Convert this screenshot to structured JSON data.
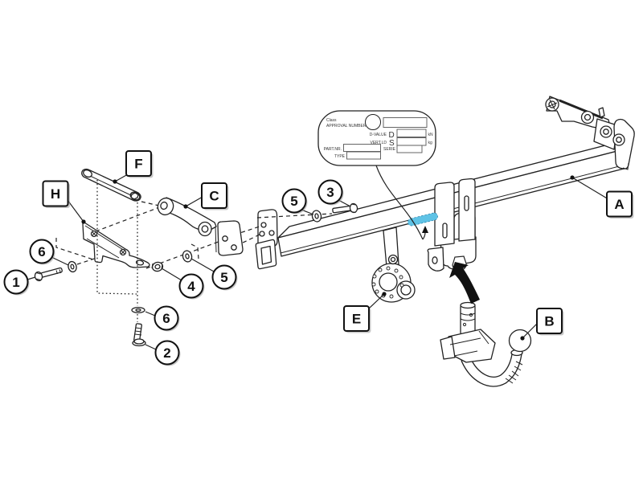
{
  "callouts": {
    "A": "A",
    "B": "B",
    "C": "C",
    "E": "E",
    "F": "F",
    "H": "H",
    "n1": "1",
    "n2": "2",
    "n3": "3",
    "n4": "4",
    "n5": "5",
    "n6": "6"
  },
  "plate": {
    "class_label": "Class",
    "approval_label": "APPROVAL NUMBER",
    "d_value_label": "D-VALUE",
    "d_symbol": "D",
    "d_unit": "kN",
    "vert_ld_label": "VERT.LD",
    "s_symbol": "S",
    "vert_unit": "kg",
    "part_nr_label": "PART.NR.",
    "serie_label": "SERIE",
    "type_label": "TYPE"
  },
  "colors": {
    "line": "#222222",
    "sticker": "#5fc3e6",
    "background": "#ffffff"
  }
}
